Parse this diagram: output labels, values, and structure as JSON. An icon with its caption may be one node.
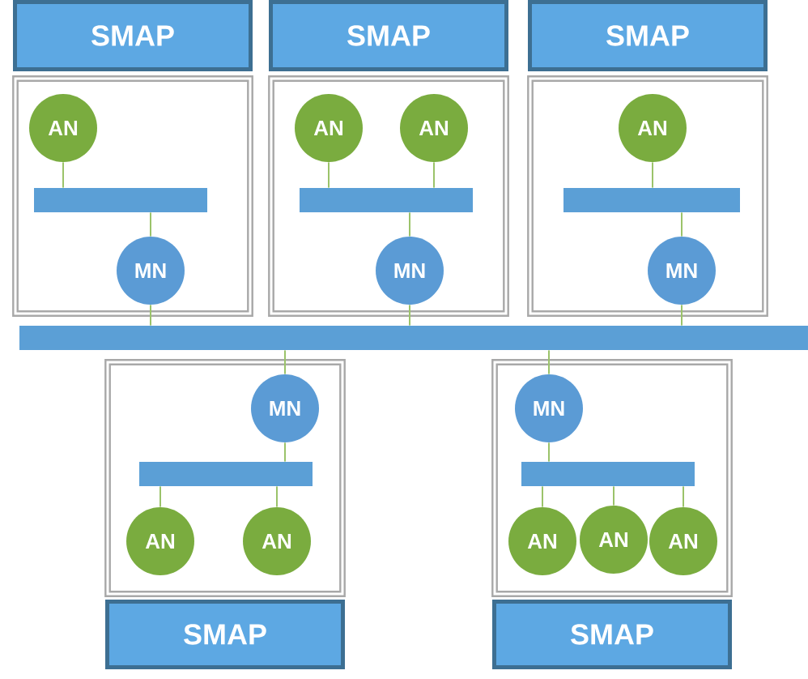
{
  "diagram": {
    "nodes": [
      {
        "text": [
          "SMAP"
        ]
      },
      {
        "text": [],
        "shape": "box"
      },
      {
        "text": [
          "AN"
        ],
        "in": 1
      },
      {
        "text": [],
        "shape": "bar",
        "in": 1
      },
      {
        "text": [
          "MN"
        ],
        "in": 1
      },
      {
        "text": [
          "SMAP"
        ]
      },
      {
        "text": [],
        "shape": "box"
      },
      {
        "text": [
          "AN"
        ],
        "in": 6
      },
      {
        "text": [
          "AN"
        ],
        "in": 6
      },
      {
        "text": [],
        "shape": "bar",
        "in": 6
      },
      {
        "text": [
          "MN"
        ],
        "in": 6
      },
      {
        "text": [
          "SMAP"
        ]
      },
      {
        "text": [],
        "shape": "box"
      },
      {
        "text": [
          "AN"
        ],
        "in": 12
      },
      {
        "text": [],
        "shape": "bar",
        "in": 12
      },
      {
        "text": [
          "MN"
        ],
        "in": 12
      },
      {
        "text": [],
        "shape": "bar"
      },
      {
        "text": [],
        "shape": "box"
      },
      {
        "text": [
          "MN"
        ],
        "in": 17
      },
      {
        "text": [],
        "shape": "bar",
        "in": 17
      },
      {
        "text": [
          "AN"
        ],
        "in": 17
      },
      {
        "text": [
          "AN"
        ],
        "in": 17
      },
      {
        "text": [
          "SMAP"
        ]
      },
      {
        "text": [],
        "shape": "box"
      },
      {
        "text": [
          "MN"
        ],
        "in": 23
      },
      {
        "text": [],
        "shape": "bar",
        "in": 23
      },
      {
        "text": [
          "AN"
        ],
        "in": 23
      },
      {
        "text": [
          "AN"
        ],
        "in": 23
      },
      {
        "text": [
          "AN"
        ],
        "in": 23
      },
      {
        "text": [
          "SMAP"
        ]
      }
    ],
    "edges": [
      {
        "from": 2,
        "to": 3,
        "arrow": "none"
      },
      {
        "from": 3,
        "to": 4,
        "arrow": "none"
      },
      {
        "from": 4,
        "to": 16,
        "arrow": "none"
      },
      {
        "from": 7,
        "to": 9,
        "arrow": "none"
      },
      {
        "from": 8,
        "to": 9,
        "arrow": "none"
      },
      {
        "from": 9,
        "to": 10,
        "arrow": "none"
      },
      {
        "from": 10,
        "to": 16,
        "arrow": "none"
      },
      {
        "from": 13,
        "to": 14,
        "arrow": "none"
      },
      {
        "from": 14,
        "to": 15,
        "arrow": "none"
      },
      {
        "from": 15,
        "to": 16,
        "arrow": "none"
      },
      {
        "from": 16,
        "to": 18,
        "arrow": "none"
      },
      {
        "from": 18,
        "to": 19,
        "arrow": "none"
      },
      {
        "from": 19,
        "to": 20,
        "arrow": "none"
      },
      {
        "from": 19,
        "to": 21,
        "arrow": "none"
      },
      {
        "from": 16,
        "to": 24,
        "arrow": "none"
      },
      {
        "from": 24,
        "to": 25,
        "arrow": "none"
      },
      {
        "from": 25,
        "to": 26,
        "arrow": "none"
      },
      {
        "from": 25,
        "to": 27,
        "arrow": "none"
      },
      {
        "from": 25,
        "to": 28,
        "arrow": "none"
      }
    ]
  }
}
